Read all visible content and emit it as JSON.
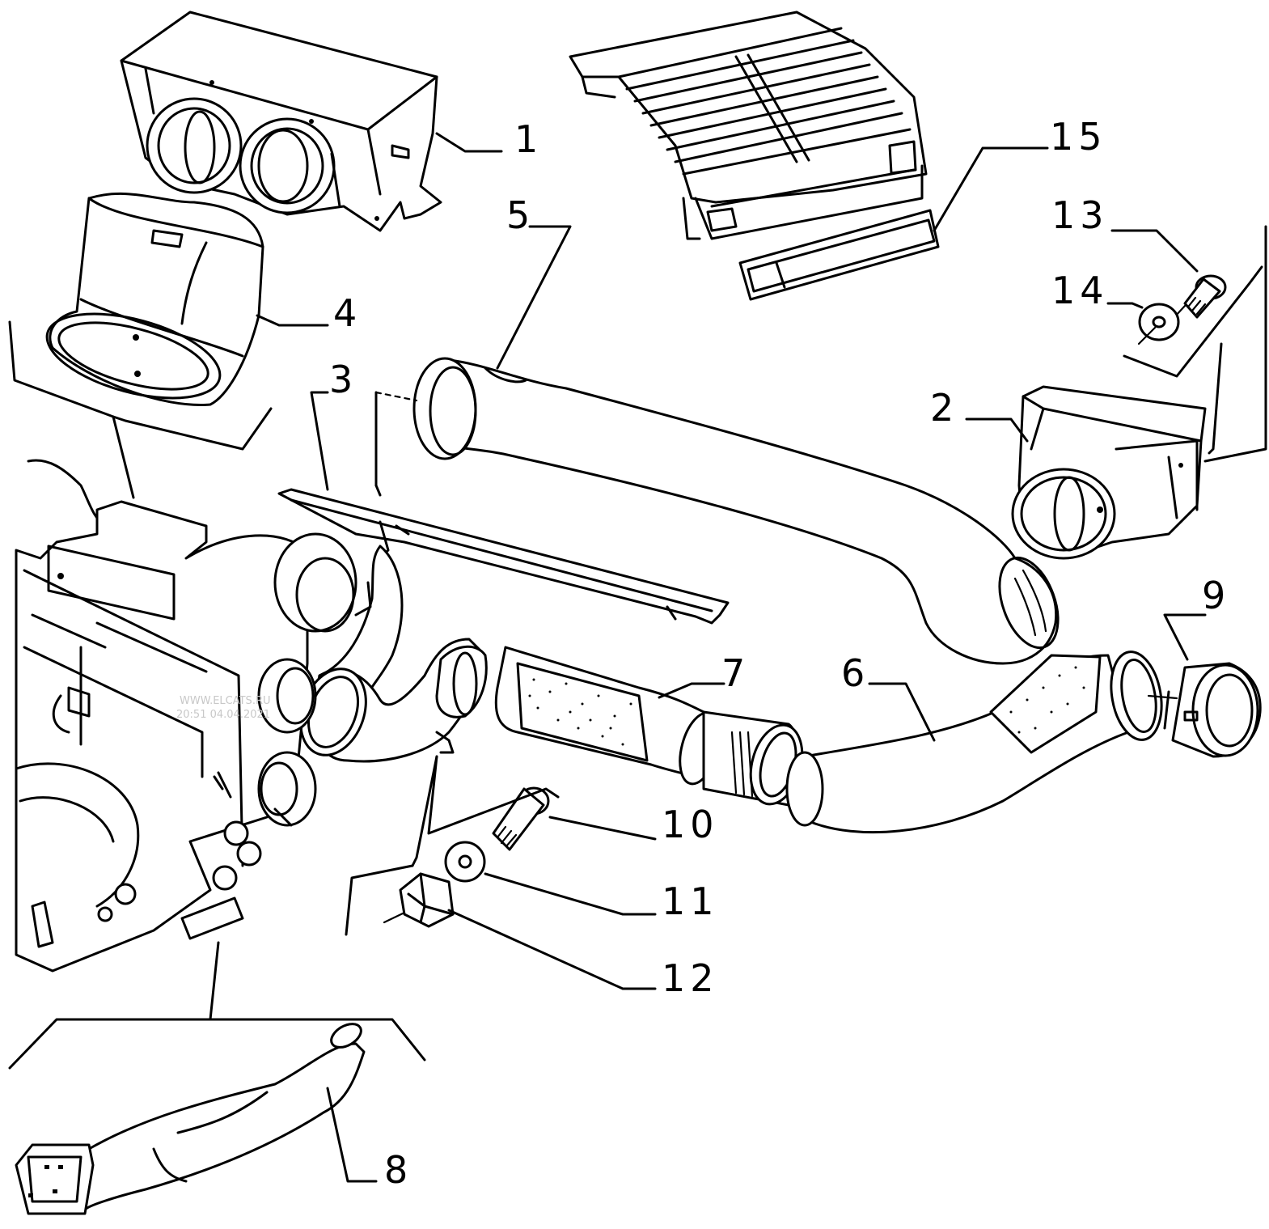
{
  "callouts": [
    {
      "id": "1",
      "label": "1"
    },
    {
      "id": "2",
      "label": "2"
    },
    {
      "id": "3",
      "label": "3"
    },
    {
      "id": "4",
      "label": "4"
    },
    {
      "id": "5",
      "label": "5"
    },
    {
      "id": "6",
      "label": "6"
    },
    {
      "id": "7",
      "label": "7"
    },
    {
      "id": "8",
      "label": "8"
    },
    {
      "id": "9",
      "label": "9"
    },
    {
      "id": "10",
      "label": "10"
    },
    {
      "id": "11",
      "label": "11"
    },
    {
      "id": "12",
      "label": "12"
    },
    {
      "id": "13",
      "label": "13"
    },
    {
      "id": "14",
      "label": "14"
    },
    {
      "id": "15",
      "label": "15"
    }
  ],
  "watermark": {
    "line1": "WWW.ELCATS.RU",
    "line2": "20:51 04.04.2021"
  },
  "colors": {
    "line": "#000000",
    "background": "#ffffff",
    "watermark": "#c8c8c8"
  }
}
